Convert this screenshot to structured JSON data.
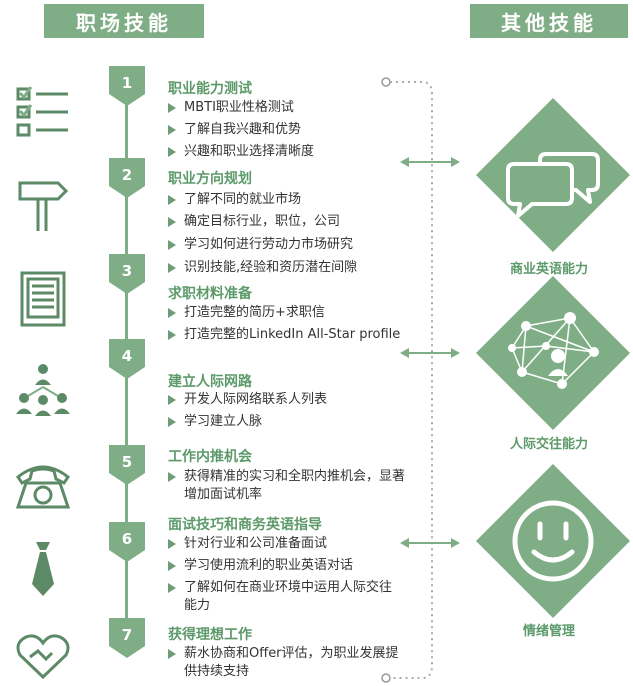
{
  "headers": {
    "left": "职场技能",
    "right": "其他技能"
  },
  "colors": {
    "green": "#7fae86",
    "dark_green": "#5d9a6a",
    "text": "#333333"
  },
  "steps": [
    {
      "number": "1",
      "title": "职业能力测试",
      "items": [
        "MBTI职业性格测试",
        "了解自我兴趣和优势",
        "兴趣和职业选择清晰度"
      ],
      "icon": "checklist-icon"
    },
    {
      "number": "2",
      "title": "职业方向规划",
      "items": [
        "了解不同的就业市场",
        "确定目标行业，职位，公司",
        "学习如何进行劳动力市场研究",
        "识别技能,经验和资历潜在间隙"
      ],
      "icon": "signpost-icon"
    },
    {
      "number": "3",
      "title": "求职材料准备",
      "items": [
        "打造完整的简历+求职信",
        "打造完整的LinkedIn All-Star profile"
      ],
      "icon": "document-icon"
    },
    {
      "number": "4",
      "title": "建立人际网路",
      "items": [
        "开发人际网络联系人列表",
        "学习建立人脉"
      ],
      "icon": "network-people-icon"
    },
    {
      "number": "5",
      "title": "工作内推机会",
      "items": [
        "获得精准的实习和全职内推机会，显著增加面试机率"
      ],
      "icon": "telephone-icon"
    },
    {
      "number": "6",
      "title": "面试技巧和商务英语指导",
      "items": [
        "针对行业和公司准备面试",
        "学习使用流利的职业英语对话",
        "了解如何在商业环境中运用人际交往能力"
      ],
      "icon": "necktie-icon"
    },
    {
      "number": "7",
      "title": "获得理想工作",
      "items": [
        "薪水协商和Offer评估，为职业发展提供持续支持"
      ],
      "icon": "handshake-heart-icon"
    }
  ],
  "other_skills": [
    {
      "label": "商业英语能力",
      "icon": "speech-bubbles-icon"
    },
    {
      "label": "人际交往能力",
      "icon": "network-icon"
    },
    {
      "label": "情绪管理",
      "icon": "smiley-icon"
    }
  ]
}
